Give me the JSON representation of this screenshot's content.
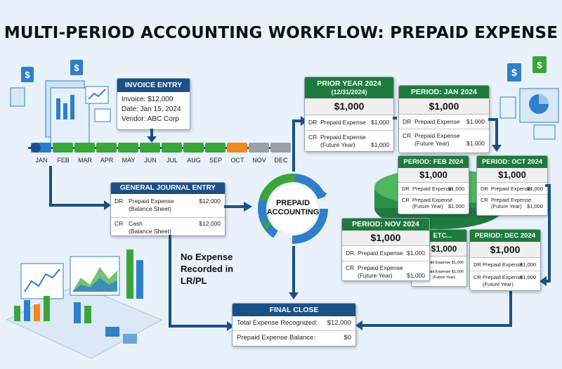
{
  "title": "MULTI-PERIOD ACCOUNTING WORKFLOW: PREPAID EXPENSE",
  "invoice": {
    "header": "INVOICE ENTRY",
    "lines": [
      "Invoice: $12,000",
      "Date: Jan 15, 2024",
      "Vendor: ABC Corp"
    ]
  },
  "timeline": {
    "months": [
      "JAN",
      "FEB",
      "MAR",
      "APR",
      "MAY",
      "JUN",
      "JUL",
      "AUG",
      "SEP",
      "OCT",
      "NOV",
      "DEC"
    ],
    "colors": [
      "#2a7bd0",
      "#3aa63a",
      "#3aa63a",
      "#3aa63a",
      "#3aa63a",
      "#3aa63a",
      "#3aa63a",
      "#3aa63a",
      "#3aa63a",
      "#f08a1e",
      "#9aa0a6",
      "#9aa0a6"
    ]
  },
  "journal": {
    "header": "GENERAL JOURNAL ENTRY",
    "dr": {
      "code": "DR",
      "account": "Prepaid Expense",
      "sub": "(Balance Sheet)",
      "value": "$12,000"
    },
    "cr": {
      "code": "CR",
      "account": "Cash",
      "sub": "(Balance Sheet)",
      "value": "$12,000"
    }
  },
  "center": {
    "line1": "PREPAID",
    "line2": "ACCOUNTING"
  },
  "note": {
    "line1": "No Expense",
    "line2": "Recorded in",
    "line3": "LR/PL"
  },
  "final": {
    "header": "FINAL CLOSE",
    "rows": [
      {
        "label": "Total Expense Recognized:",
        "value": "$12,000"
      },
      {
        "label": "Prepaid Expense Balance:",
        "value": "$0"
      }
    ]
  },
  "periods": {
    "prior": {
      "header1": "PRIOR YEAR 2024",
      "header2": "(12/31/2024)",
      "amount": "$1,000",
      "dr_code": "DR",
      "dr_acct": "Prepaid Expense",
      "dr_val": "$1,000",
      "cr_code": "CR",
      "cr_acct": "Prepaid Expense",
      "cr_sub": "(Future Year)",
      "cr_val": "$1,000"
    },
    "jan": {
      "header": "PERIOD: JAN 2024",
      "amount": "$1,000",
      "dr_code": "DR",
      "dr_acct": "Prepaid Expense",
      "dr_val": "$1,000",
      "cr_code": "CR",
      "cr_acct": "Prepaid Expense",
      "cr_sub": "(Future Year)",
      "cr_val": "$1,000"
    },
    "feb": {
      "header": "PERIOD: FEB 2024",
      "amount": "$1,000",
      "dr_code": "DR",
      "dr_acct": "Prepaid Expense",
      "dr_val": "$1,000",
      "cr_code": "CR",
      "cr_acct": "Prepaid Expense",
      "cr_sub": "(Future Year)",
      "cr_val": "$1,000"
    },
    "oct": {
      "header": "PERIOD: OCT 2024",
      "amount": "$1,000",
      "dr_code": "DR",
      "dr_acct": "Prepaid Expense",
      "dr_val": "$1,000",
      "cr_code": "CR",
      "cr_acct": "Prepaid Expense",
      "cr_sub": "(Future Year)",
      "cr_val": "$1,000"
    },
    "nov": {
      "header": "PERIOD: NOV 2024",
      "amount": "$1,000",
      "dr_code": "DR",
      "dr_acct": "Prepaid Expense",
      "dr_val": "$1,000",
      "cr_code": "CR",
      "cr_acct": "Prepaid Expense",
      "cr_sub": "(Future Year)",
      "cr_val": "$1,000"
    },
    "etc": {
      "header": "ETC...",
      "amount": "$1,000",
      "dr_line": "DR Prepaid Expense $1,000",
      "cr_line": "CR Prepaid Expense $1,000",
      "cr_sub": "(Future Year)"
    },
    "dec": {
      "header": "PERIOD: DEC 2024",
      "amount": "$1,000",
      "dr_code": "DR",
      "dr_acct": "Prepaid Expense",
      "dr_val": "$1,000",
      "cr_code": "CR",
      "cr_acct": "Prepaid Expense",
      "cr_sub": "(Future Year)",
      "cr_val": "$1,000"
    }
  }
}
